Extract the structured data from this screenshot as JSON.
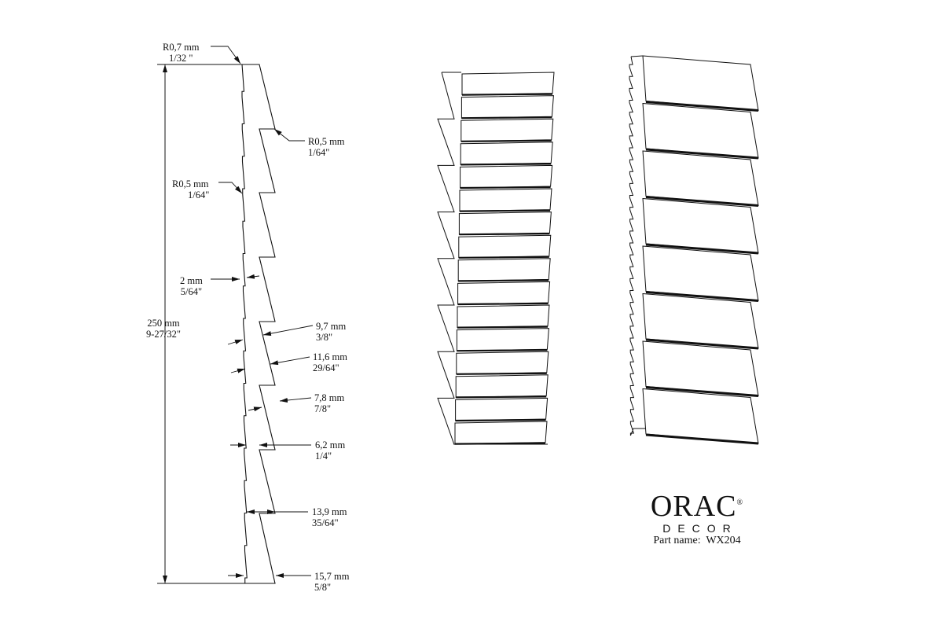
{
  "dimensions": {
    "r07": {
      "mm": "R0,7 mm",
      "in": "1/32 \""
    },
    "r05_right": {
      "mm": "R0,5 mm",
      "in": "1/64\""
    },
    "r05_left": {
      "mm": "R0,5 mm",
      "in": "1/64\""
    },
    "d2": {
      "mm": "2 mm",
      "in": "5/64\""
    },
    "height": {
      "mm": "250 mm",
      "in": "9-27/32\""
    },
    "d97": {
      "mm": "9,7 mm",
      "in": "3/8\""
    },
    "d116": {
      "mm": "11,6 mm",
      "in": "29/64\""
    },
    "d78": {
      "mm": "7,8 mm",
      "in": "7/8\""
    },
    "d62": {
      "mm": "6,2 mm",
      "in": "1/4\""
    },
    "d139": {
      "mm": "13,9 mm",
      "in": "35/64\""
    },
    "d157": {
      "mm": "15,7 mm",
      "in": "5/8\""
    }
  },
  "logo": {
    "brand": "ORAC",
    "registered": "®",
    "sub": "DECOR"
  },
  "part": {
    "label": "Part name:",
    "value": "WX204"
  }
}
